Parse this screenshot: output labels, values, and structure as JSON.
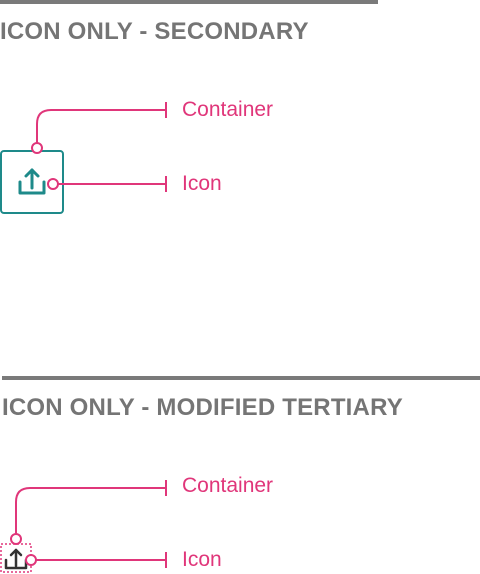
{
  "sections": [
    {
      "title": "ICON ONLY - SECONDARY",
      "callouts": {
        "container_label": "Container",
        "icon_label": "Icon"
      },
      "icon": "upload-icon",
      "variant": "secondary"
    },
    {
      "title": "ICON ONLY - MODIFIED TERTIARY",
      "callouts": {
        "container_label": "Container",
        "icon_label": "Icon"
      },
      "icon": "upload-icon",
      "variant": "modified-tertiary"
    }
  ],
  "colors": {
    "rule": "#7a7a7a",
    "title": "#757575",
    "callout": "#e0367a",
    "container_border": "#1e8a8a",
    "icon_secondary": "#1e8a8a",
    "icon_tertiary": "#333333",
    "tertiary_outline": "#e0367a"
  }
}
